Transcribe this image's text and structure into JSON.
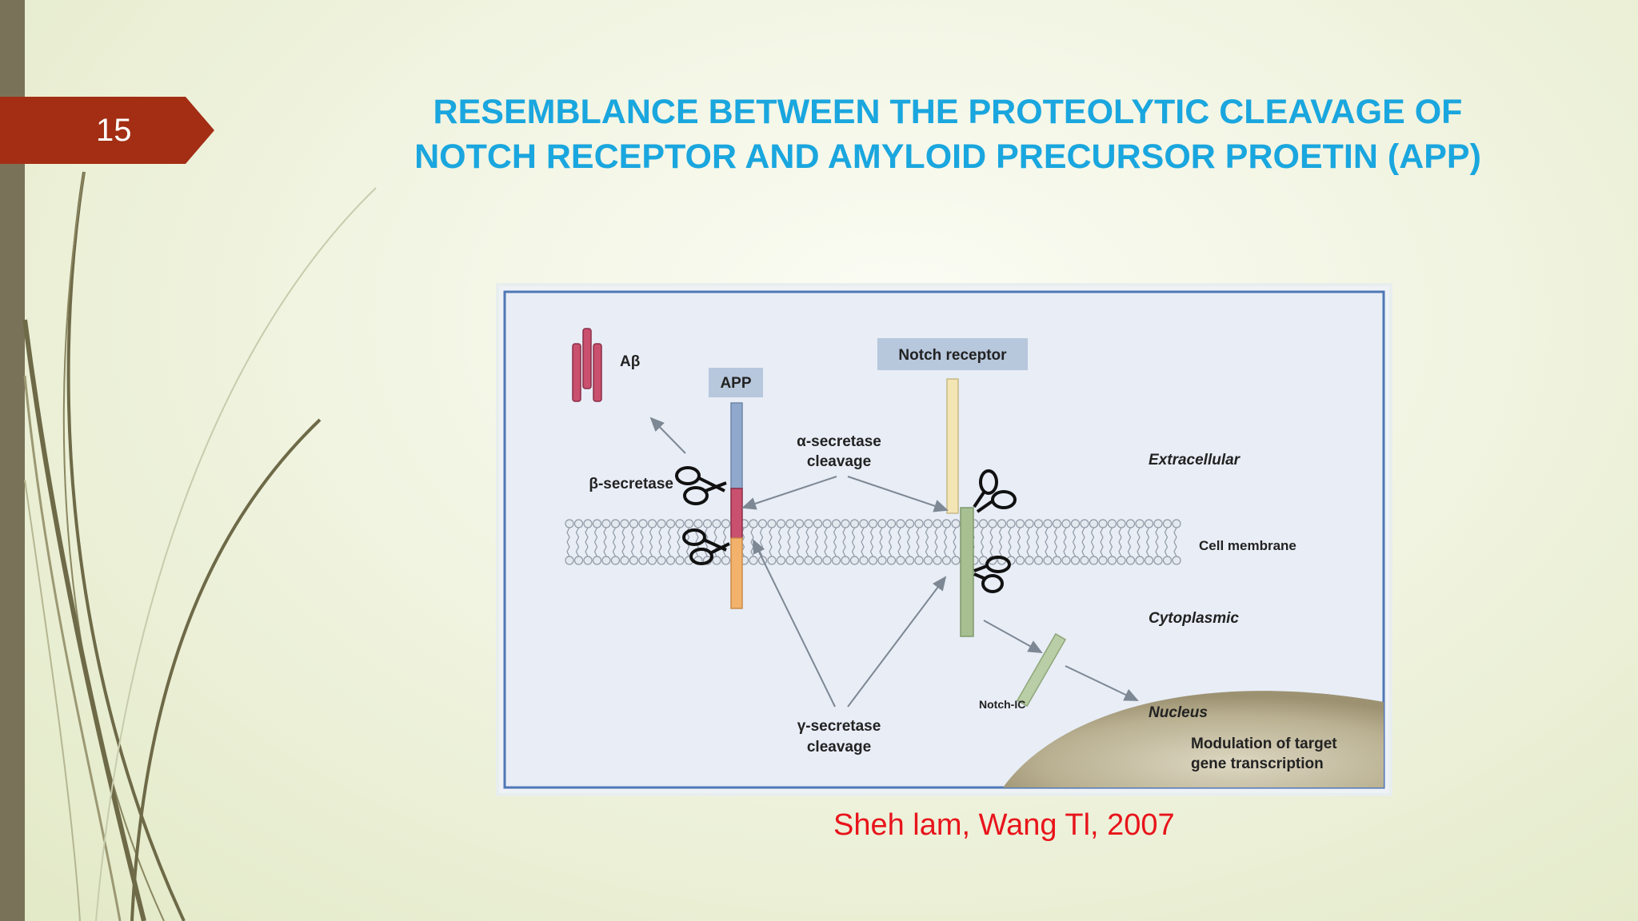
{
  "slide": {
    "number": "15",
    "title_line1": "RESEMBLANCE BETWEEN THE PROTEOLYTIC CLEAVAGE OF",
    "title_line2": "NOTCH RECEPTOR AND AMYLOID PRECURSOR PROETIN (APP)",
    "citation": "Sheh lam, Wang Tl, 2007"
  },
  "figure": {
    "labels": {
      "abeta": "Aβ",
      "app": "APP",
      "notch_receptor": "Notch receptor",
      "alpha_line1": "α-secretase",
      "alpha_line2": "cleavage",
      "beta": "β-secretase",
      "extracellular": "Extracellular",
      "cell_membrane": "Cell membrane",
      "cytoplasmic": "Cytoplasmic",
      "notch_ic": "Notch-IC",
      "nucleus": "Nucleus",
      "gamma_line1": "γ-secretase",
      "gamma_line2": "cleavage",
      "modulation_line1": "Modulation of target",
      "modulation_line2": "gene transcription"
    }
  },
  "colors": {
    "title": "#1aa6de",
    "slide_number_bg": "#a32e14",
    "citation": "#e8141b",
    "left_bar": "#7a7258",
    "abeta": "#c9506e",
    "app_extracellular": "#8fa8cc",
    "app_membrane": "#c9506e",
    "app_cytoplasmic": "#f2b26b",
    "notch_extracellular": "#f3e6b4",
    "notch_membrane": "#a8bf92",
    "nucleus": "#b3aa8a"
  }
}
